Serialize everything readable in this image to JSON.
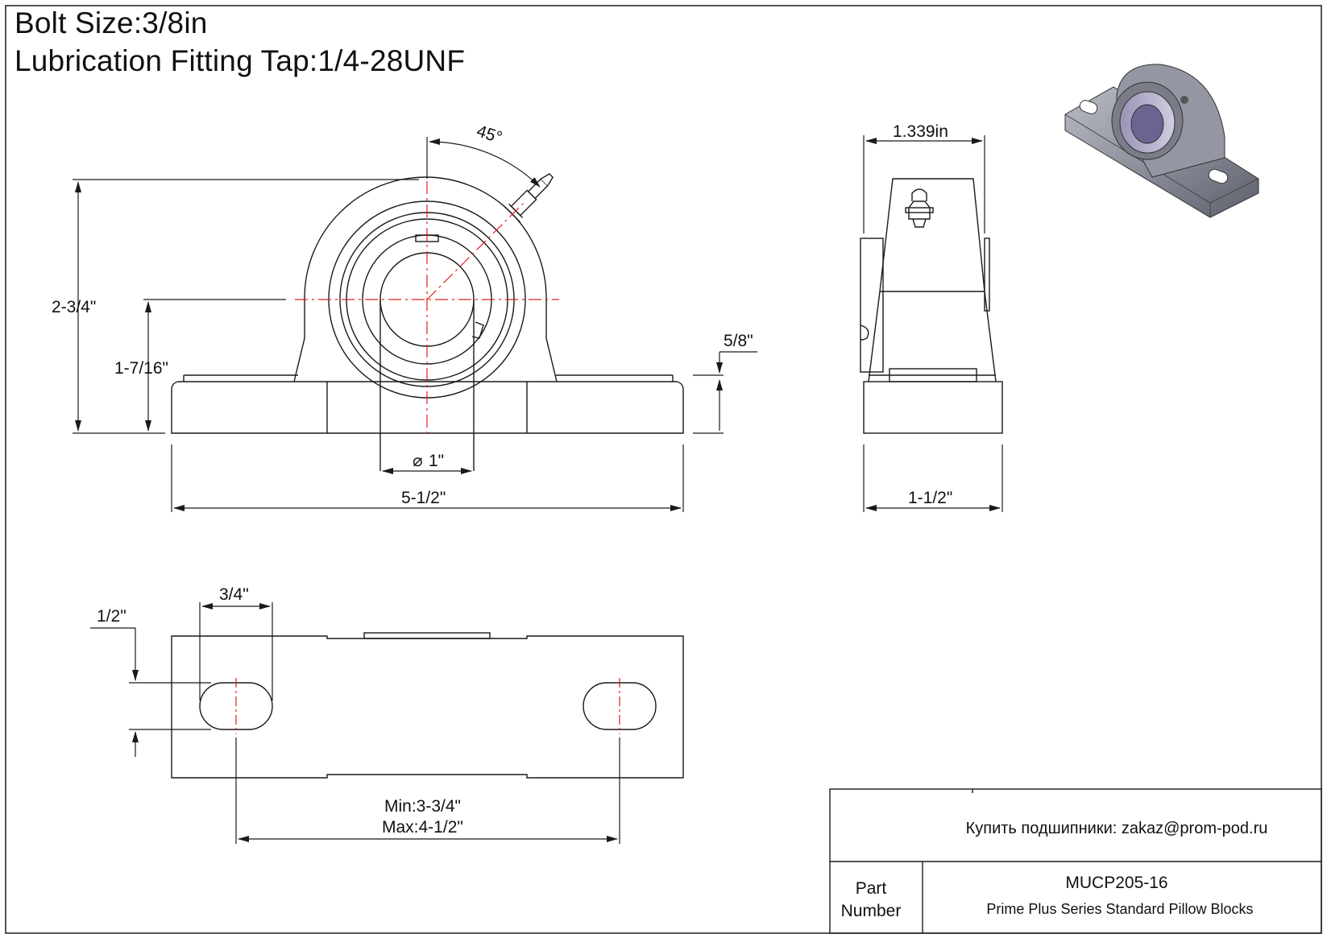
{
  "header": {
    "bolt_size": "Bolt Size:3/8in",
    "lube_fitting": "Lubrication Fitting Tap:1/4-28UNF"
  },
  "front_view": {
    "angle_label": "45°",
    "height_total": "2-3/4\"",
    "height_center": "1-7/16\"",
    "base_thickness": "5/8\"",
    "bore_diameter": "1\"",
    "length": "5-1/2\""
  },
  "side_view": {
    "top_width": "1.339in",
    "base_width": "1-1/2\""
  },
  "top_view": {
    "slot_length": "3/4\"",
    "slot_width": "1/2\"",
    "bolt_spacing_min": "Min:3-3/4\"",
    "bolt_spacing_max": "Max:4-1/2\""
  },
  "title_block": {
    "contact": "Купить подшипники: zakaz@prom-pod.ru",
    "part_label_1": "Part",
    "part_label_2": "Number",
    "part_number": "MUCP205-16",
    "description": "Prime Plus Series Standard Pillow Blocks"
  },
  "colors": {
    "line": "#1a1a1a",
    "centerline": "#e0201a",
    "render_body": "#8c8f9c",
    "render_bore": "#a9a6c8"
  }
}
